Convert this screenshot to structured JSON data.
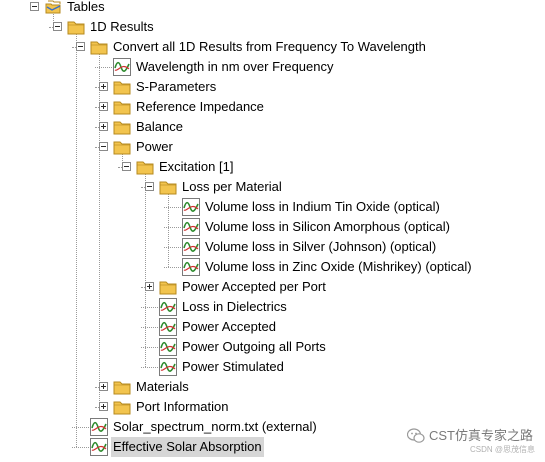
{
  "tree": {
    "items": [
      {
        "label": "Tables",
        "depth": 0,
        "icon": "folder-stack-icon",
        "expander": "minus"
      },
      {
        "label": "1D Results",
        "depth": 1,
        "icon": "folder-icon",
        "expander": "minus"
      },
      {
        "label": "Convert all 1D Results from Frequency To Wavelength",
        "depth": 2,
        "icon": "folder-icon",
        "expander": "minus"
      },
      {
        "label": "Wavelength in nm over Frequency",
        "depth": 3,
        "icon": "result-curve-icon",
        "expander": "none"
      },
      {
        "label": "S-Parameters",
        "depth": 3,
        "icon": "folder-icon",
        "expander": "plus"
      },
      {
        "label": "Reference Impedance",
        "depth": 3,
        "icon": "folder-icon",
        "expander": "plus"
      },
      {
        "label": "Balance",
        "depth": 3,
        "icon": "folder-icon",
        "expander": "plus"
      },
      {
        "label": "Power",
        "depth": 3,
        "icon": "folder-icon",
        "expander": "minus"
      },
      {
        "label": "Excitation [1]",
        "depth": 4,
        "icon": "folder-icon",
        "expander": "minus"
      },
      {
        "label": "Loss per Material",
        "depth": 5,
        "icon": "folder-icon",
        "expander": "minus"
      },
      {
        "label": "Volume loss in Indium Tin Oxide (optical)",
        "depth": 6,
        "icon": "result-curve-icon",
        "expander": "none"
      },
      {
        "label": "Volume loss in Silicon Amorphous (optical)",
        "depth": 6,
        "icon": "result-curve-icon",
        "expander": "none"
      },
      {
        "label": "Volume loss in Silver (Johnson) (optical)",
        "depth": 6,
        "icon": "result-curve-icon",
        "expander": "none"
      },
      {
        "label": "Volume loss in Zinc Oxide (Mishrikey) (optical)",
        "depth": 6,
        "icon": "result-curve-icon",
        "expander": "none"
      },
      {
        "label": "Power Accepted per Port",
        "depth": 5,
        "icon": "folder-icon",
        "expander": "plus"
      },
      {
        "label": "Loss in Dielectrics",
        "depth": 5,
        "icon": "result-curve-icon",
        "expander": "none"
      },
      {
        "label": "Power Accepted",
        "depth": 5,
        "icon": "result-curve-icon",
        "expander": "none"
      },
      {
        "label": "Power Outgoing all Ports",
        "depth": 5,
        "icon": "result-curve-icon",
        "expander": "none"
      },
      {
        "label": "Power Stimulated",
        "depth": 5,
        "icon": "result-curve-icon",
        "expander": "none"
      },
      {
        "label": "Materials",
        "depth": 3,
        "icon": "folder-icon",
        "expander": "plus"
      },
      {
        "label": "Port Information",
        "depth": 3,
        "icon": "folder-icon",
        "expander": "plus"
      },
      {
        "label": "Solar_spectrum_norm.txt (external)",
        "depth": 2,
        "icon": "result-curve-icon",
        "expander": "none"
      },
      {
        "label": "Effective Solar Absorption",
        "depth": 2,
        "icon": "result-curve-icon",
        "expander": "none",
        "selected": true
      }
    ]
  },
  "watermark": {
    "text": "CST仿真专家之路",
    "sub": "CSDN @思茂信息"
  },
  "colors": {
    "folder": "#f2c44e",
    "folder_edge": "#b68a1f",
    "selection": "#d6d6d6",
    "curve_green": "#2e8b2e",
    "curve_red": "#d23030"
  }
}
